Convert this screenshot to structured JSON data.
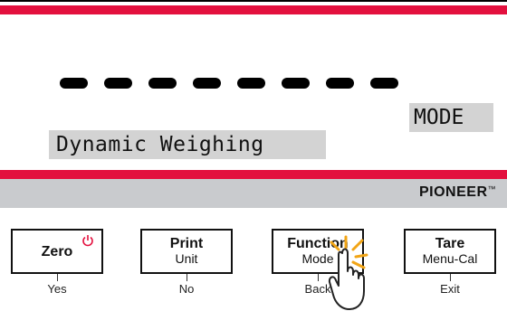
{
  "display": {
    "dash_count": 8,
    "mode_label": "MODE",
    "mode_name": "Dynamic Weighing"
  },
  "brand": {
    "name": "PIONEER",
    "trademark": "™"
  },
  "keys": [
    {
      "label": "Zero",
      "sub": "",
      "secondary": "Yes",
      "icon": "power-icon"
    },
    {
      "label": "Print",
      "sub": "Unit",
      "secondary": "No"
    },
    {
      "label": "Function",
      "sub": "Mode",
      "secondary": "Back",
      "pressed": true
    },
    {
      "label": "Tare",
      "sub": "Menu-Cal",
      "secondary": "Exit"
    }
  ],
  "colors": {
    "accent_red": "#e3103e",
    "lcd_highlight": "#d3d3d3",
    "brand_bar": "#c9cbce"
  }
}
